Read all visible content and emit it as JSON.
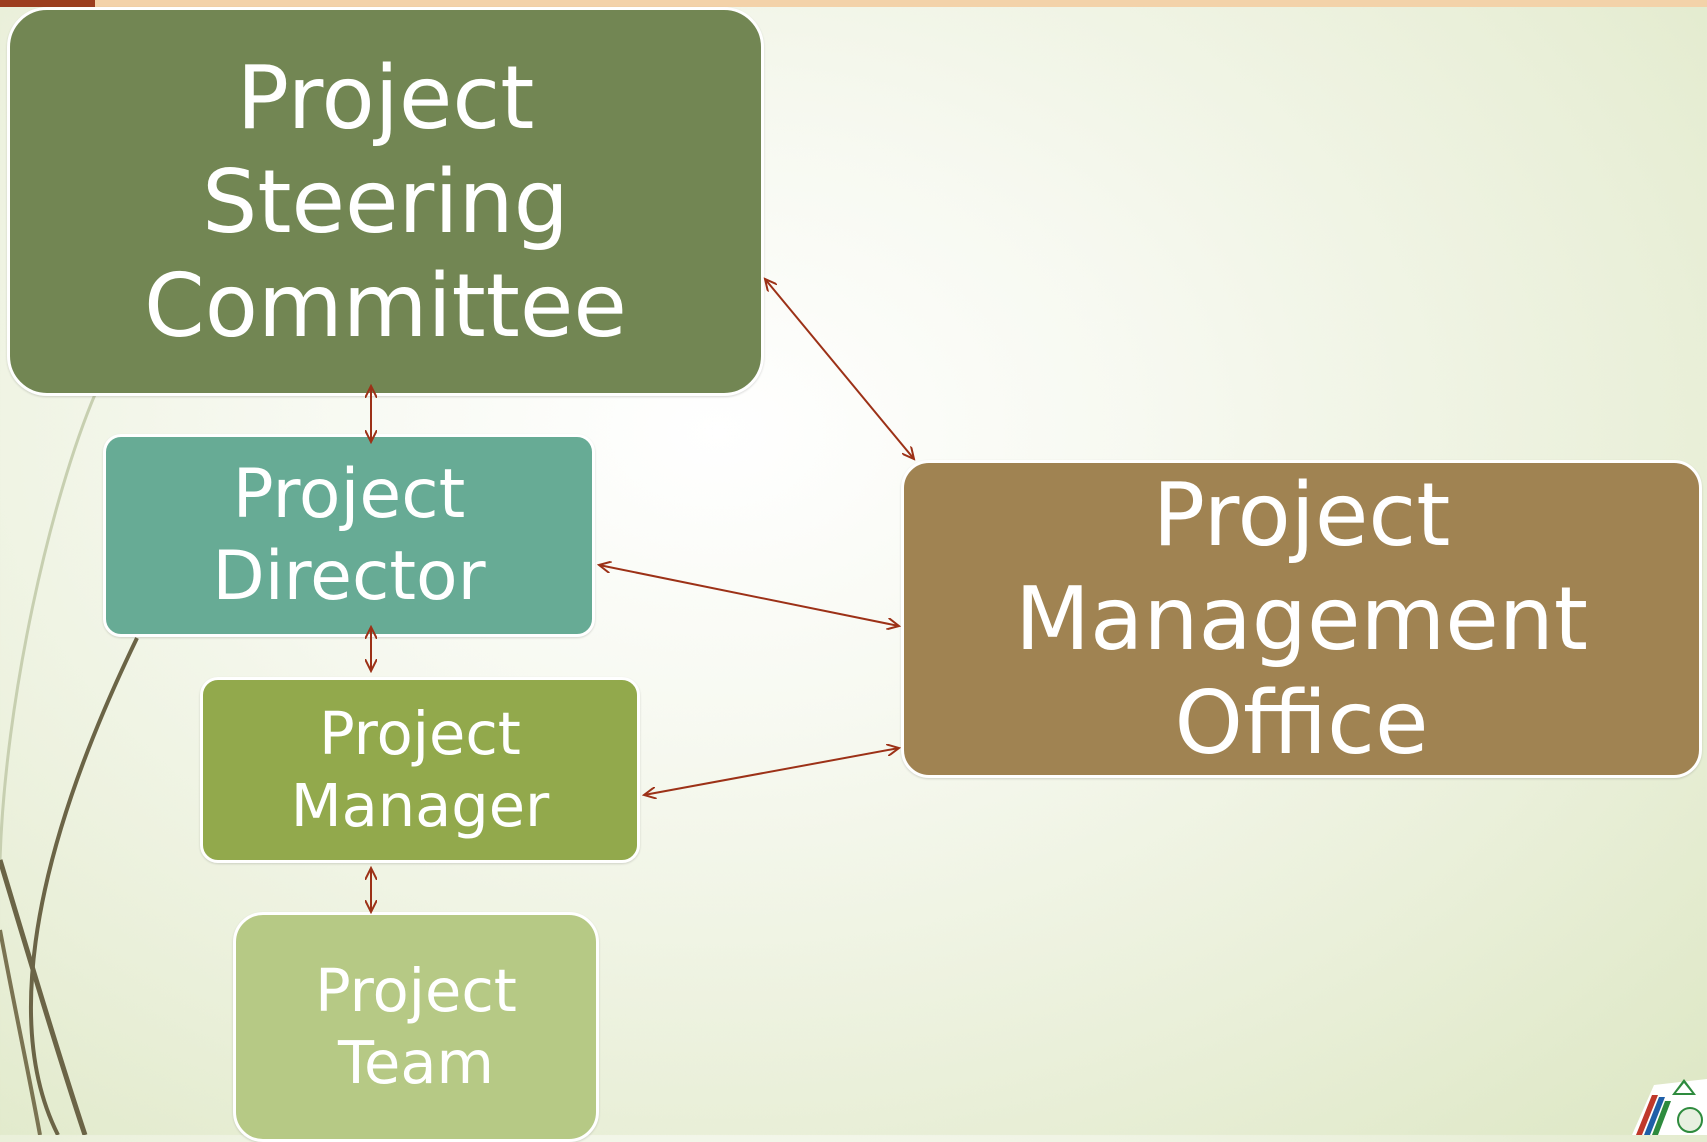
{
  "diagram": {
    "nodes": [
      {
        "id": "steering",
        "label": "Project\nSteering\nCommittee",
        "color": "#728653"
      },
      {
        "id": "director",
        "label": "Project\nDirector",
        "color": "#67ab95"
      },
      {
        "id": "manager",
        "label": "Project\nManager",
        "color": "#92a94c"
      },
      {
        "id": "team",
        "label": "Project\nTeam",
        "color": "#b6c985"
      },
      {
        "id": "pmo",
        "label": "Project\nManagement\nOffice",
        "color": "#a08352"
      }
    ],
    "edges": [
      {
        "from": "steering",
        "to": "director",
        "type": "bidirectional"
      },
      {
        "from": "director",
        "to": "manager",
        "type": "bidirectional"
      },
      {
        "from": "manager",
        "to": "team",
        "type": "bidirectional"
      },
      {
        "from": "steering",
        "to": "pmo",
        "type": "bidirectional"
      },
      {
        "from": "director",
        "to": "pmo",
        "type": "bidirectional"
      },
      {
        "from": "manager",
        "to": "pmo",
        "type": "bidirectional"
      }
    ],
    "arrow_color": "#9c3117"
  }
}
